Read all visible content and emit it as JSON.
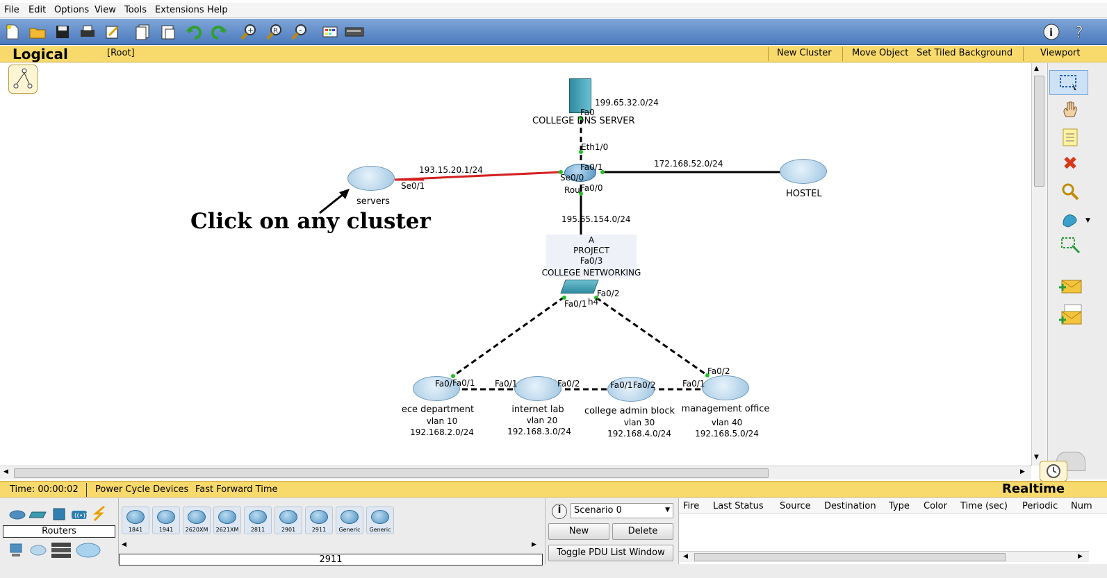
{
  "menu": [
    "File",
    "Edit",
    "Options",
    "View",
    "Tools",
    "Extensions",
    "Help"
  ],
  "workspace": {
    "mode": "Logical",
    "root": "[Root]",
    "actions": [
      "New Cluster",
      "Move Object",
      "Set Tiled Background",
      "Viewport"
    ]
  },
  "topology": {
    "dns_server": {
      "name": "COLLEGE DNS SERVER",
      "network": "199.65.32.0/24",
      "port": "Fa0"
    },
    "router": {
      "name": "Rou",
      "ports": {
        "eth": "Eth1/0",
        "fa01": "Fa0/1",
        "se00": "Se0/0",
        "fa00": "Fa0/0"
      }
    },
    "servers": {
      "name": "servers",
      "network": "193.15.20.1/24",
      "port": "Se0/1"
    },
    "hostel": {
      "name": "HOSTEL",
      "network": "172.168.52.0/24"
    },
    "core_link_network": "195.65.154.0/24",
    "note": {
      "lines": [
        "A",
        "PROJECT",
        "Fa0/3",
        "COLLEGE NETWORKING"
      ]
    },
    "switch": {
      "name": "h4",
      "ports": {
        "left": "Fa0/1",
        "right": "Fa0/2"
      }
    },
    "annotation": "Click on any cluster",
    "clusters": [
      {
        "name": "ece department",
        "vlan": "vlan 10",
        "network": "192.168.2.0/24"
      },
      {
        "name": "internet lab",
        "vlan": "vlan 20",
        "network": "192.168.3.0/24"
      },
      {
        "name": "college admin block",
        "vlan": "vlan 30",
        "network": "192.168.4.0/24"
      },
      {
        "name": "management  office",
        "vlan": "vlan 40",
        "network": "192.168.5.0/24"
      }
    ],
    "lan_ports": {
      "ece_a": "Fa0/",
      "ece_b": "Fa0/1",
      "lab_a": "Fa0/1",
      "lab_b": "Fa0/2",
      "admin_a": "Fa0/1",
      "admin_b": "Fa0/2",
      "mgmt_a": "Fa0/1",
      "mgmt_b": "Fa0/2"
    }
  },
  "timebar": {
    "time": "Time: 00:00:02",
    "power_cycle": "Power Cycle Devices",
    "fast_forward": "Fast Forward Time",
    "mode": "Realtime"
  },
  "device_panel": {
    "category": "Routers",
    "models": [
      "1841",
      "1941",
      "2620XM",
      "2621XM",
      "2811",
      "2901",
      "2911",
      "Generic",
      "Generic"
    ],
    "selected_model": "2911"
  },
  "scenario": {
    "selected": "Scenario 0",
    "new_label": "New",
    "delete_label": "Delete",
    "toggle_label": "Toggle PDU List Window"
  },
  "pdu_table": {
    "columns": [
      "Fire",
      "Last Status",
      "Source",
      "Destination",
      "Type",
      "Color",
      "Time (sec)",
      "Periodic",
      "Num"
    ]
  },
  "colors": {
    "toolbar": "#4b79bd",
    "yellow_bar": "#f8da6c",
    "serial_link": "#d42020"
  }
}
